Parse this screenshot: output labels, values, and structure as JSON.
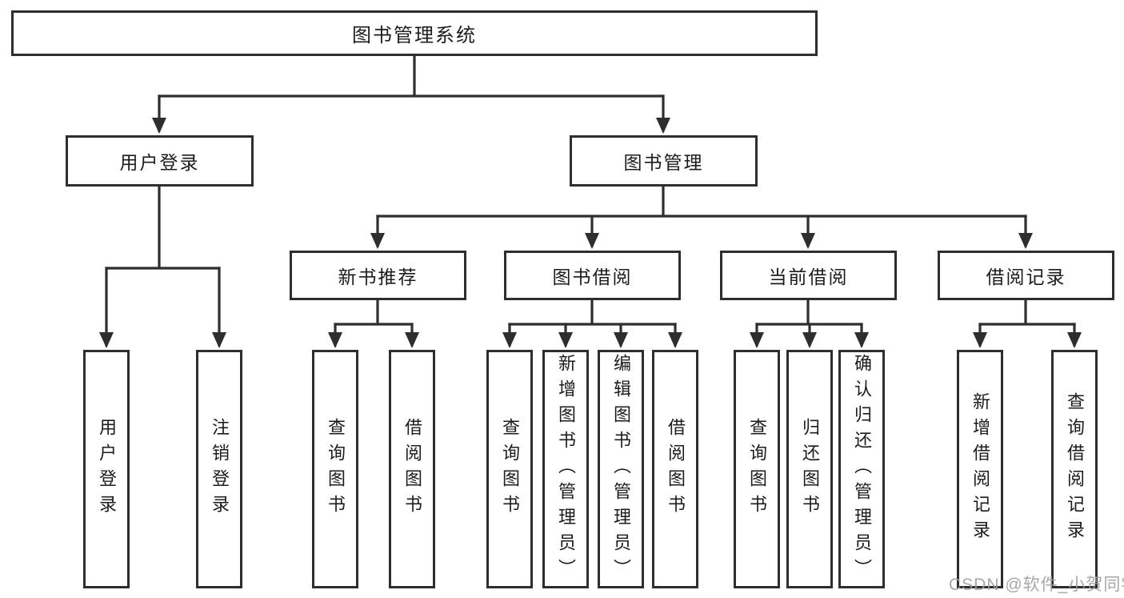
{
  "title": {
    "label": "图书管理系统"
  },
  "level1": [
    {
      "id": "user-login",
      "label": "用户登录"
    },
    {
      "id": "book-management",
      "label": "图书管理"
    }
  ],
  "level2": [
    {
      "id": "new-book-recommend",
      "label": "新书推荐"
    },
    {
      "id": "book-borrow",
      "label": "图书借阅"
    },
    {
      "id": "current-borrow",
      "label": "当前借阅"
    },
    {
      "id": "borrow-records",
      "label": "借阅记录"
    }
  ],
  "leaves": {
    "user_login": [
      {
        "label": "用户登录"
      },
      {
        "label": "注销登录"
      }
    ],
    "new_book_recommend": [
      {
        "label": "查询图书"
      },
      {
        "label": "借阅图书"
      }
    ],
    "book_borrow": [
      {
        "label": "查询图书"
      },
      {
        "label": "新增图书（管理员）"
      },
      {
        "label": "编辑图书（管理员）"
      },
      {
        "label": "借阅图书"
      }
    ],
    "current_borrow": [
      {
        "label": "查询图书"
      },
      {
        "label": "归还图书"
      },
      {
        "label": "确认归还（管理员）"
      }
    ],
    "borrow_records": [
      {
        "label": "新增借阅记录"
      },
      {
        "label": "查询借阅记录"
      }
    ]
  },
  "watermark": {
    "text": "CSDN @软件_小贺同学"
  },
  "colors": {
    "line": "#2e2e2e",
    "box_border": "#2e2e2e",
    "text": "#1c1c1c",
    "watermark": "#9e9e9e",
    "background": "#ffffff"
  }
}
